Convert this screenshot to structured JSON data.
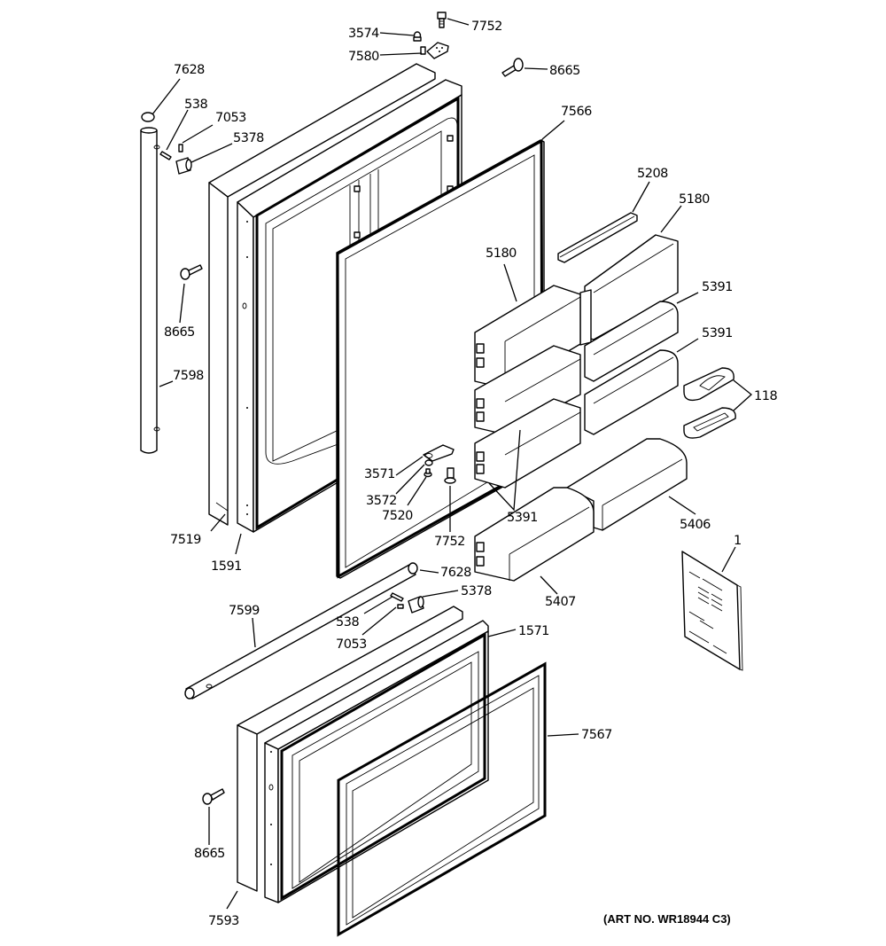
{
  "diagram": {
    "type": "exploded-parts-diagram",
    "subject": "Refrigerator doors (fresh food door and freezer drawer) with door bins and hardware",
    "art_number": "(ART NO. WR18944 C3)",
    "callouts": [
      {
        "id": "c-3574",
        "label": "3574",
        "part": "hinge-pin-bushing"
      },
      {
        "id": "c-7752-top",
        "label": "7752",
        "part": "hinge-bolt-top"
      },
      {
        "id": "c-7580",
        "label": "7580",
        "part": "top-hinge"
      },
      {
        "id": "c-8665-top",
        "label": "8665",
        "part": "screw-top"
      },
      {
        "id": "c-7628-top",
        "label": "7628",
        "part": "handle-end-cap-top"
      },
      {
        "id": "c-538-top",
        "label": "538",
        "part": "handle-screw-top"
      },
      {
        "id": "c-7053-top",
        "label": "7053",
        "part": "handle-set-screw-top"
      },
      {
        "id": "c-5378-top",
        "label": "5378",
        "part": "handle-mount-top"
      },
      {
        "id": "c-7566",
        "label": "7566",
        "part": "fresh-food-door-gasket"
      },
      {
        "id": "c-5208",
        "label": "5208",
        "part": "bin-trim"
      },
      {
        "id": "c-5180-right",
        "label": "5180",
        "part": "dairy-bin-right"
      },
      {
        "id": "c-5180-left",
        "label": "5180",
        "part": "dairy-bin-left"
      },
      {
        "id": "c-5391-a",
        "label": "5391",
        "part": "door-bin-upper-right"
      },
      {
        "id": "c-5391-b",
        "label": "5391",
        "part": "door-bin-middle-right"
      },
      {
        "id": "c-118",
        "label": "118",
        "part": "egg-tray"
      },
      {
        "id": "c-8665-mid",
        "label": "8665",
        "part": "screw-left"
      },
      {
        "id": "c-7598",
        "label": "7598",
        "part": "fresh-food-handle"
      },
      {
        "id": "c-3571",
        "label": "3571",
        "part": "center-hinge"
      },
      {
        "id": "c-3572",
        "label": "3572",
        "part": "hinge-nut"
      },
      {
        "id": "c-7520",
        "label": "7520",
        "part": "hinge-pin"
      },
      {
        "id": "c-7752-mid",
        "label": "7752",
        "part": "hinge-bolt-center"
      },
      {
        "id": "c-5391-c",
        "label": "5391",
        "part": "door-bins-left"
      },
      {
        "id": "c-5406",
        "label": "5406",
        "part": "door-bin-bottom-right"
      },
      {
        "id": "c-7519",
        "label": "7519",
        "part": "door-trim"
      },
      {
        "id": "c-1591",
        "label": "1591",
        "part": "fresh-food-door"
      },
      {
        "id": "c-1",
        "label": "1",
        "part": "owners-manual"
      },
      {
        "id": "c-7628-bot",
        "label": "7628",
        "part": "handle-end-cap-bottom"
      },
      {
        "id": "c-5378-bot",
        "label": "5378",
        "part": "handle-mount-bottom"
      },
      {
        "id": "c-5407",
        "label": "5407",
        "part": "door-bin-bottom-left"
      },
      {
        "id": "c-7599",
        "label": "7599",
        "part": "freezer-handle"
      },
      {
        "id": "c-538-bot",
        "label": "538",
        "part": "handle-screw-bottom"
      },
      {
        "id": "c-7053-bot",
        "label": "7053",
        "part": "handle-set-screw-bottom"
      },
      {
        "id": "c-1571",
        "label": "1571",
        "part": "freezer-door"
      },
      {
        "id": "c-7567",
        "label": "7567",
        "part": "freezer-door-gasket"
      },
      {
        "id": "c-8665-bot",
        "label": "8665",
        "part": "screw-bottom"
      },
      {
        "id": "c-7593",
        "label": "7593",
        "part": "freezer-door-trim"
      }
    ]
  }
}
